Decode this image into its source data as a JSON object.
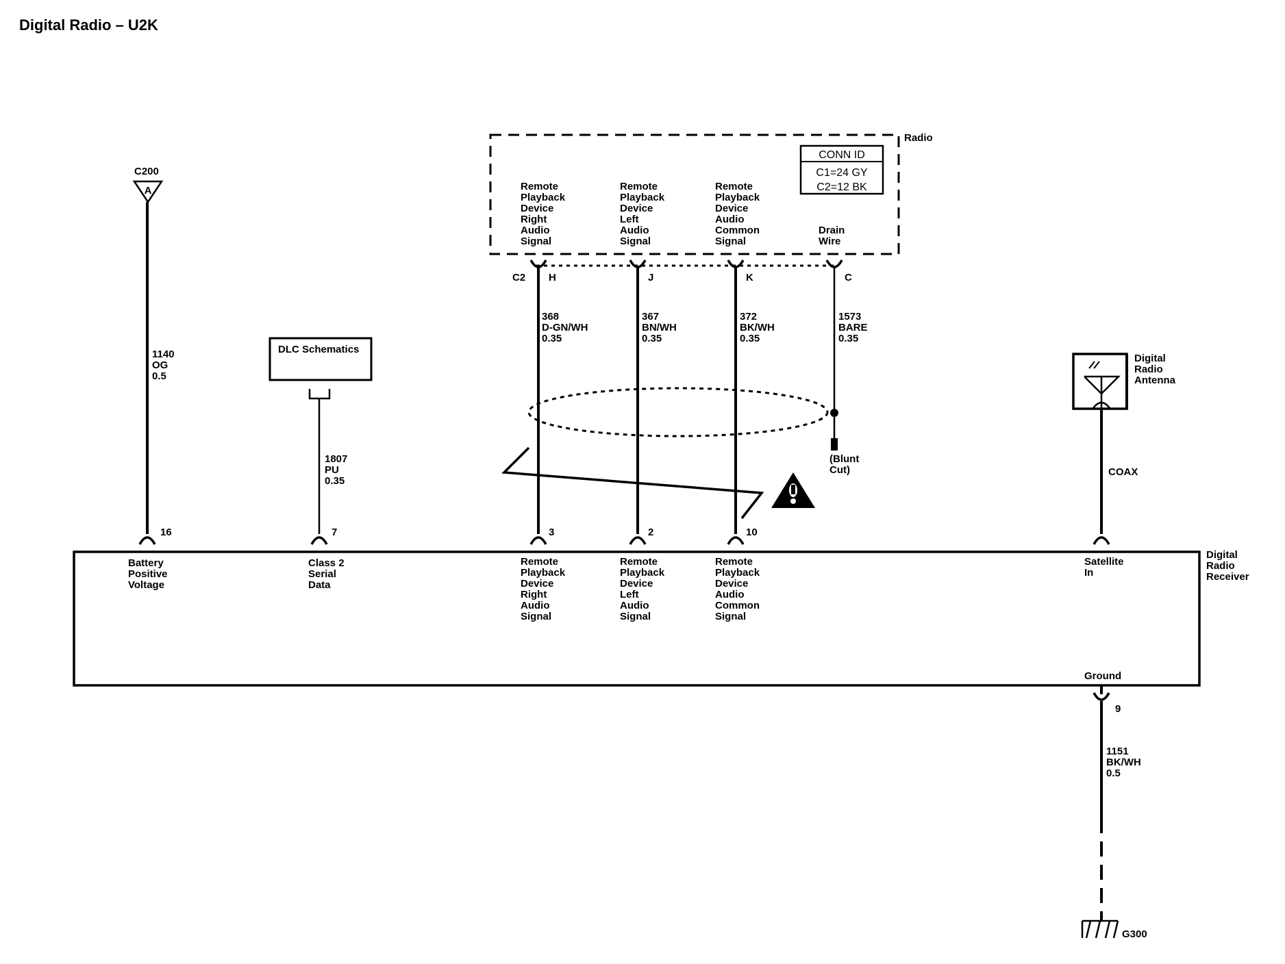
{
  "title": "Digital Radio – U2K",
  "radio": {
    "name": "Radio",
    "conn_id": {
      "header": "CONN ID",
      "c1": "C1=24 GY",
      "c2": "C2=12 BK"
    },
    "connector": "C2",
    "signals": [
      {
        "label": [
          "Remote",
          "Playback",
          "Device",
          "Right",
          "Audio",
          "Signal"
        ],
        "pin": "H"
      },
      {
        "label": [
          "Remote",
          "Playback",
          "Device",
          "Left",
          "Audio",
          "Signal"
        ],
        "pin": "J"
      },
      {
        "label": [
          "Remote",
          "Playback",
          "Device",
          "Audio",
          "Common",
          "Signal"
        ],
        "pin": "K"
      },
      {
        "label": [
          "Drain",
          "Wire"
        ],
        "pin": "C"
      }
    ]
  },
  "wires": [
    {
      "circuit": "1140",
      "color": "OG",
      "gauge": "0.5"
    },
    {
      "circuit": "1807",
      "color": "PU",
      "gauge": "0.35"
    },
    {
      "circuit": "368",
      "color": "D-GN/WH",
      "gauge": "0.35"
    },
    {
      "circuit": "367",
      "color": "BN/WH",
      "gauge": "0.35"
    },
    {
      "circuit": "372",
      "color": "BK/WH",
      "gauge": "0.35"
    },
    {
      "circuit": "1573",
      "color": "BARE",
      "gauge": "0.35"
    },
    {
      "circuit": "1151",
      "color": "BK/WH",
      "gauge": "0.5"
    }
  ],
  "c200": {
    "name": "C200",
    "pin": "A"
  },
  "dlc": "DLC Schematics",
  "blunt_cut": [
    "(Blunt",
    "Cut)"
  ],
  "antenna": [
    "Digital",
    "Radio",
    "Antenna"
  ],
  "coax": "COAX",
  "receiver": {
    "name": [
      "Digital",
      "Radio",
      "Receiver"
    ],
    "pins": [
      {
        "pin": "16",
        "label": [
          "Battery",
          "Positive",
          "Voltage"
        ]
      },
      {
        "pin": "7",
        "label": [
          "Class 2",
          "Serial",
          "Data"
        ]
      },
      {
        "pin": "3",
        "label": [
          "Remote",
          "Playback",
          "Device",
          "Right",
          "Audio",
          "Signal"
        ]
      },
      {
        "pin": "2",
        "label": [
          "Remote",
          "Playback",
          "Device",
          "Left",
          "Audio",
          "Signal"
        ]
      },
      {
        "pin": "10",
        "label": [
          "Remote",
          "Playback",
          "Device",
          "Audio",
          "Common",
          "Signal"
        ]
      },
      {
        "pin": "",
        "label": [
          "Satellite",
          "In"
        ]
      }
    ],
    "ground": {
      "label": "Ground",
      "pin": "9"
    }
  },
  "ground_point": "G300"
}
